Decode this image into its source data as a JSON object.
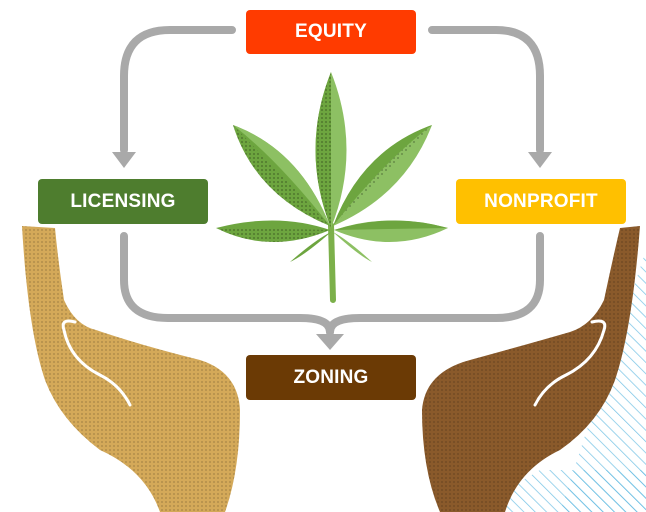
{
  "nodes": {
    "equity": {
      "label": "EQUITY",
      "color": "#ff3b00"
    },
    "licensing": {
      "label": "LICENSING",
      "color": "#4e7d2e"
    },
    "nonprofit": {
      "label": "NONPROFIT",
      "color": "#ffc000"
    },
    "zoning": {
      "label": "ZONING",
      "color": "#6b3a05"
    }
  },
  "colors": {
    "arrow": "#a9a9a9",
    "leaf_light": "#8dc063",
    "leaf_dark": "#6da53f",
    "stem": "#7cb04a",
    "hand_left": "#d4a959",
    "hand_right": "#8a5a2b",
    "hatch": "#5bb7e0"
  },
  "icons": [
    "cannabis-leaf-icon",
    "open-hand-left-icon",
    "open-hand-right-icon"
  ]
}
